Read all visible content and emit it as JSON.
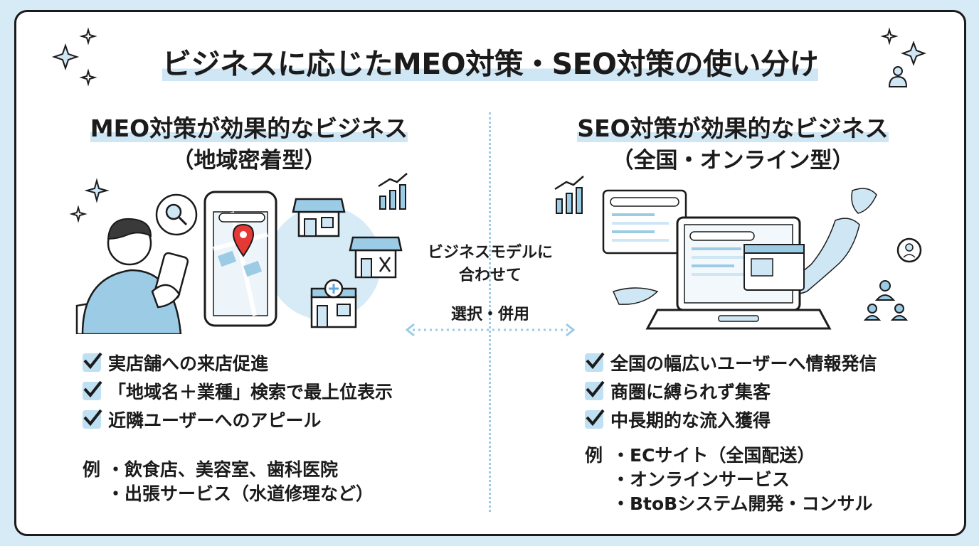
{
  "title": "ビジネスに応じたMEO対策・SEO対策の使い分け",
  "left": {
    "heading": "MEO対策が効果的なビジネス",
    "subheading": "（地域密着型）",
    "checks": [
      "実店舗への来店促進",
      "「地域名＋業種」検索で最上位表示",
      "近隣ユーザーへのアピール"
    ],
    "example_lead": "例",
    "examples": [
      "・飲食店、美容室、歯科医院",
      "・出張サービス（水道修理など）"
    ]
  },
  "right": {
    "heading": "SEO対策が効果的なビジネス",
    "subheading": "（全国・オンライン型）",
    "checks": [
      "全国の幅広いユーザーへ情報発信",
      "商圏に縛られず集客",
      "中長期的な流入獲得"
    ],
    "example_lead": "例",
    "examples": [
      "・ECサイト（全国配送）",
      "・オンラインサービス",
      "・BtoBシステム開発・コンサル"
    ]
  },
  "center": {
    "line1": "ビジネスモデルに",
    "line2": "合わせて",
    "line3": "選択・併用"
  },
  "colors": {
    "accent": "#5fa8dc",
    "highlight": "#cfe6f4",
    "background": "#d6ebf6",
    "pin": "#e53935",
    "outline": "#1b1b1b"
  }
}
